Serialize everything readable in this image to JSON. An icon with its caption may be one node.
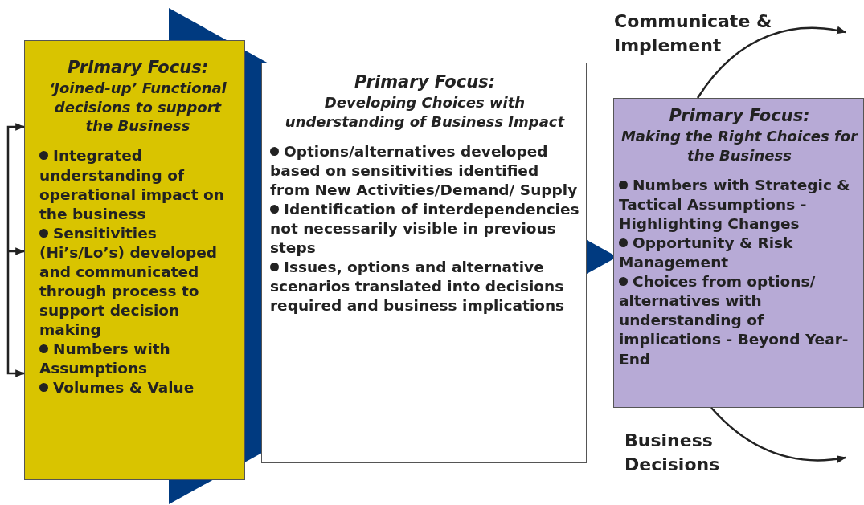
{
  "diagram": {
    "nodes": [
      {
        "text": [
          "Primary Focus:",
          "‘Joined-up’ Functional decisions to support the Business",
          "Integrated understanding of operational impact on the business",
          "Sensitivities (Hi’s/Lo’s) developed and communicated through process to support decision making",
          "Numbers with Assumptions",
          "Volumes & Value"
        ]
      },
      {
        "text": [
          "Primary Focus:",
          "Developing Choices with understanding of Business Impact",
          "Options/alternatives developed based on sensitivities identified from New Activities/Demand/ Supply",
          "Identification of interdependencies not necessarily visible in previous steps",
          "Issues, options and alternative scenarios translated into decisions required and business implications"
        ]
      },
      {
        "text": [
          "Primary Focus:",
          "Making the Right Choices for the Business",
          "Numbers with Strategic & Tactical Assumptions - Highlighting Changes",
          "Opportunity & Risk Management",
          "Choices from options/ alternatives with understanding of implications - Beyond Year-End"
        ]
      }
    ],
    "edges": [
      {
        "from": 0,
        "to": 2,
        "arrow": "to",
        "style": "thick",
        "color": "#003a80"
      },
      {
        "from": null,
        "to": 0,
        "arrow": "to"
      },
      {
        "from": null,
        "to": 0,
        "arrow": "to"
      },
      {
        "from": null,
        "to": 0,
        "arrow": "to"
      },
      {
        "from": 2,
        "to": null,
        "arrow": "to",
        "label": "Communicate & Implement"
      },
      {
        "from": 2,
        "to": null,
        "arrow": "to",
        "label": "Business Decisions"
      }
    ]
  }
}
